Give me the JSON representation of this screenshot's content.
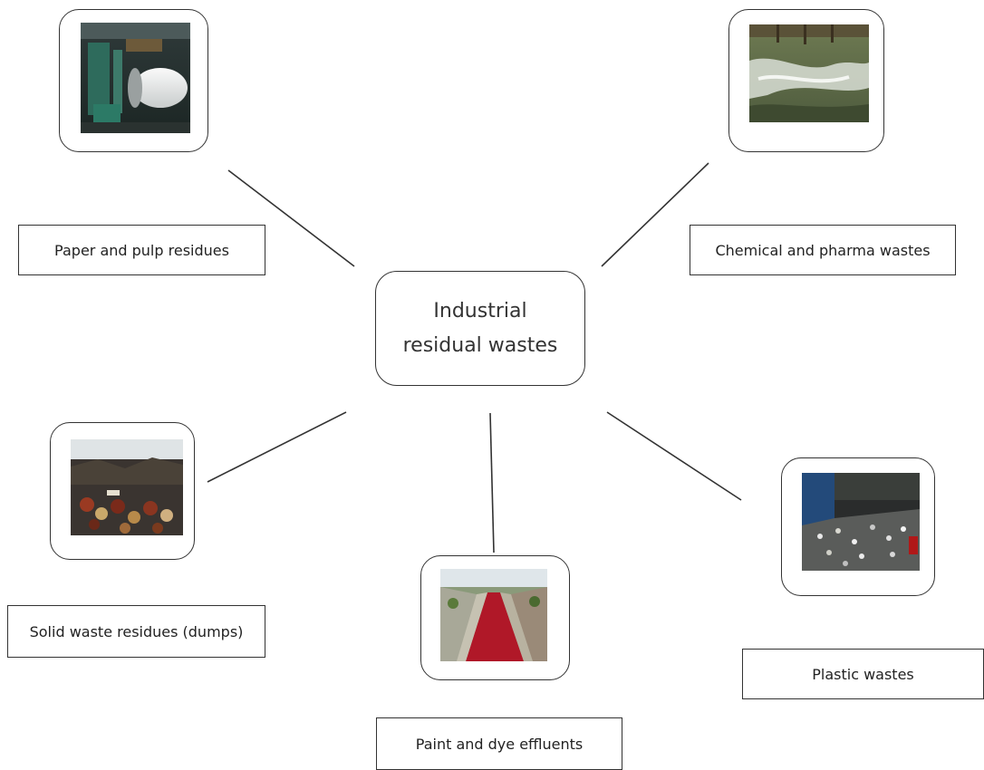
{
  "diagram": {
    "center": {
      "title": "Industrial residual wastes"
    },
    "categories": [
      {
        "id": "paper",
        "label": "Paper and pulp residues",
        "photo_icon": "paper-mill-photo"
      },
      {
        "id": "chemical",
        "label": "Chemical and pharma wastes",
        "photo_icon": "effluent-discharge-photo"
      },
      {
        "id": "solid",
        "label": "Solid waste residues (dumps)",
        "photo_icon": "waste-dump-photo"
      },
      {
        "id": "paint",
        "label": "Paint and dye effluents",
        "photo_icon": "dye-channel-photo"
      },
      {
        "id": "plastic",
        "label": "Plastic wastes",
        "photo_icon": "plastic-debris-photo"
      }
    ],
    "colors": {
      "line": "#333333",
      "border": "#333333",
      "dye_red": "#b01828"
    }
  }
}
